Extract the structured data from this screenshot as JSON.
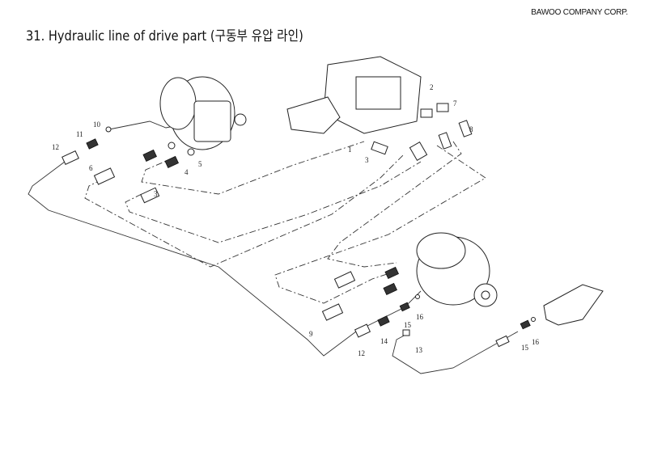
{
  "header": {
    "company": "BAWOO COMPANY CORP.",
    "title": "31. Hydraulic line of drive part (구동부 유압 라인)"
  },
  "callouts": [
    "1",
    "2",
    "3",
    "7",
    "8",
    "10",
    "11",
    "12",
    "6",
    "4",
    "5",
    "3",
    "9",
    "12",
    "14",
    "13",
    "15",
    "16",
    "15",
    "16"
  ]
}
